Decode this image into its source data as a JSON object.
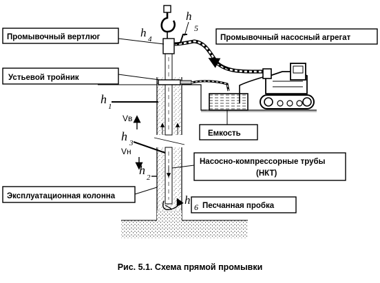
{
  "labels": {
    "swivel": "Промывочный вертлюг",
    "pump_unit": "Промывочный насосный агрегат",
    "wellhead_tee": "Устьевой тройник",
    "tank": "Емкость",
    "tubing": "Насосно-компрессорные трубы",
    "tubing_abbr": "(НКТ)",
    "casing": "Эксплуатационная колонна",
    "sand_plug": "Песчанная пробка"
  },
  "symbols": {
    "h": "h",
    "h1_sub": "1",
    "h2_sub": "2",
    "h3_sub": "3",
    "h4_sub": "4",
    "n5": "5",
    "n6": "6",
    "v_up": "Vв",
    "v_down": "Vн"
  },
  "caption": "Рис. 5.1. Схема прямой промывки"
}
